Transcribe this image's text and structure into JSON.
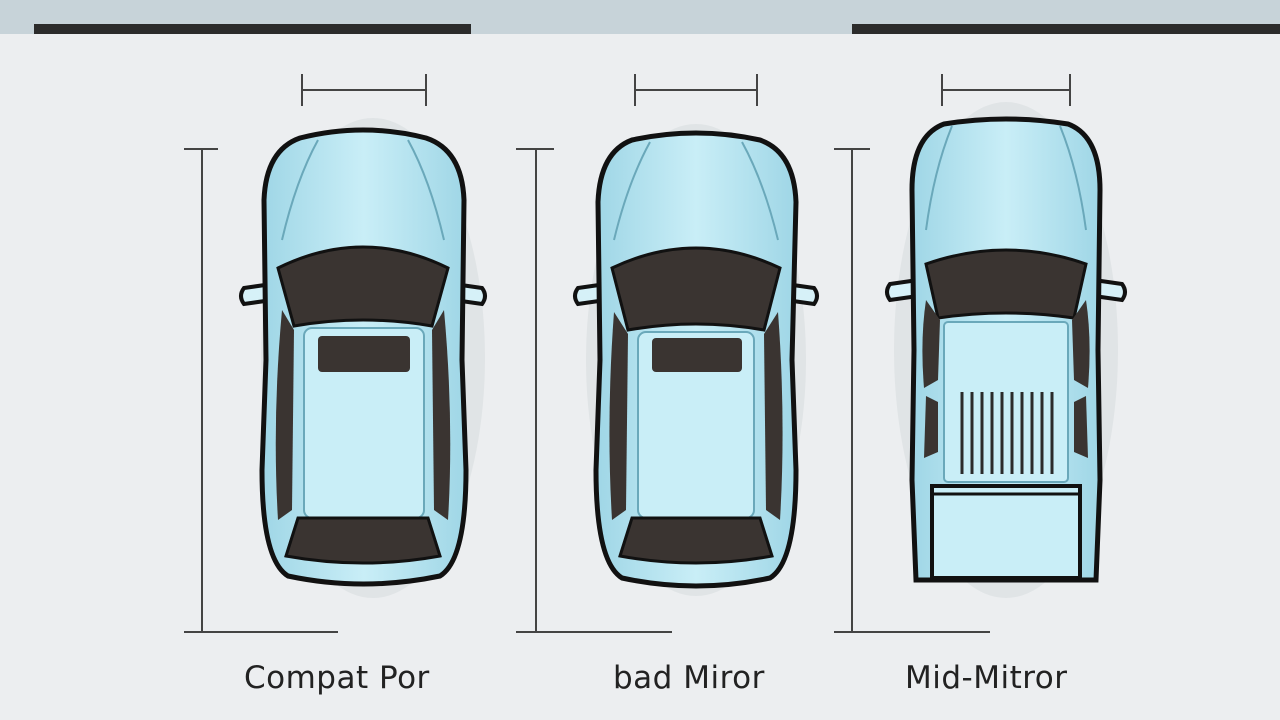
{
  "labels": {
    "car1": "Compat Por",
    "car2": "bad Miror",
    "car3": "Mid-Mitror"
  },
  "colors": {
    "background": "#eceef0",
    "top_band": "#c7d3d9",
    "body": "#b8e3ef",
    "body_light": "#d6f1f8",
    "outline": "#111111",
    "glass": "#3a3431",
    "dimension_line": "#444444"
  }
}
